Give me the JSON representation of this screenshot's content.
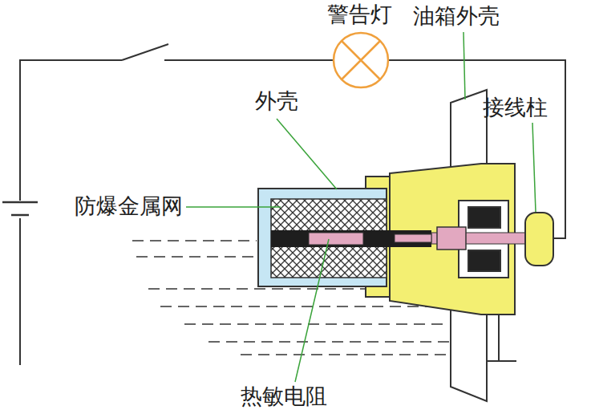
{
  "diagram": {
    "labels": [
      "警告灯",
      "油箱外壳",
      "外壳",
      "接线柱",
      "防爆金属网",
      "热敏电阻"
    ]
  }
}
